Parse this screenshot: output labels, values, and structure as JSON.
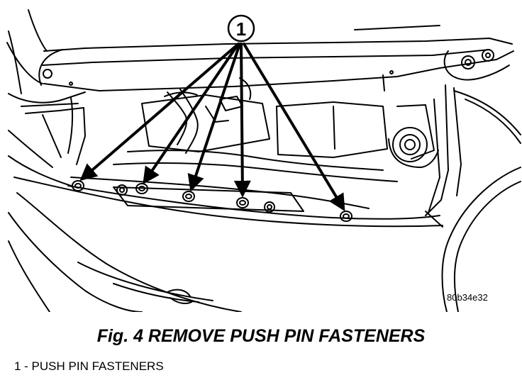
{
  "callout": {
    "number": "1"
  },
  "reference_code": "80b34e32",
  "figure": {
    "title": "Fig. 4 REMOVE PUSH PIN FASTENERS"
  },
  "legend": [
    {
      "text": "1 - PUSH PIN FASTENERS"
    }
  ],
  "colors": {
    "line": "#000000",
    "background": "#ffffff"
  }
}
